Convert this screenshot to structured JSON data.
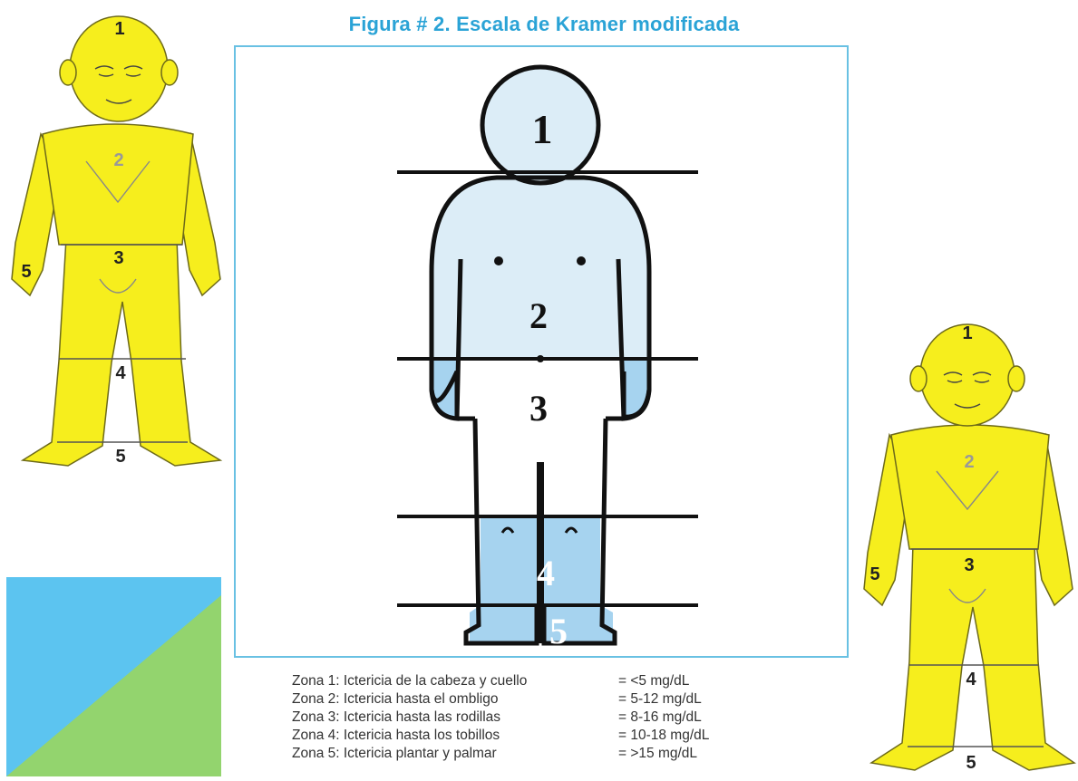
{
  "title": "Figura # 2. Escala de Kramer modificada",
  "zone_numbers": [
    "1",
    "2",
    "3",
    "4",
    "5"
  ],
  "legend": [
    {
      "zone": "Zona 1: Ictericia de la cabeza y cuello",
      "value": "= <5 mg/dL"
    },
    {
      "zone": "Zona 2: Ictericia hasta el ombligo",
      "value": "= 5-12 mg/dL"
    },
    {
      "zone": "Zona 3: Ictericia hasta las rodillas",
      "value": "= 8-16 mg/dL"
    },
    {
      "zone": "Zona 4: Ictericia hasta los tobillos",
      "value": "= 10-18 mg/dL"
    },
    {
      "zone": "Zona 5: Ictericia plantar y palmar",
      "value": "= >15 mg/dL"
    }
  ],
  "colors": {
    "title": "#2aa3d6",
    "frame_border": "#69c1e3",
    "zone_light": "#dcedf7",
    "zone_blue": "#a6d3ef",
    "baby_yellow": "#f6ee1d",
    "corner_blue": "#5cc4f0",
    "corner_green": "#93d46e"
  }
}
